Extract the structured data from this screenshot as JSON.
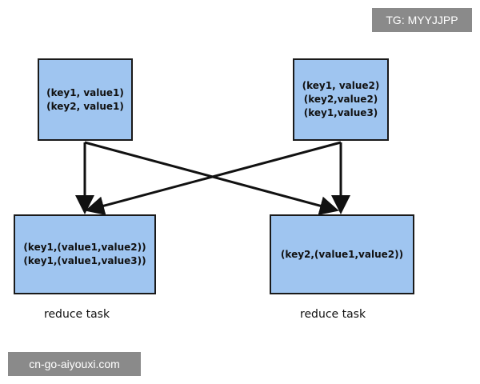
{
  "map_boxes": [
    {
      "lines": [
        "(key1, value1)",
        "(key2, value1)"
      ]
    },
    {
      "lines": [
        "(key1, value2)",
        "(key2,value2)",
        "(key1,value3)"
      ]
    }
  ],
  "reduce_boxes": [
    {
      "lines": [
        "(key1,(value1,value2))",
        "(key1,(value1,value3))"
      ],
      "label": "reduce task"
    },
    {
      "lines": [
        "(key2,(value1,value2))"
      ],
      "label": "reduce task"
    }
  ],
  "watermarks": {
    "top_right": "TG: MYYJJPP",
    "bottom_left": "cn-go-aiyouxi.com"
  },
  "colors": {
    "box_fill": "#9fc5f0",
    "box_border": "#1a1a1a",
    "arrow": "#111111",
    "watermark_bg": "#8a8a8a"
  }
}
